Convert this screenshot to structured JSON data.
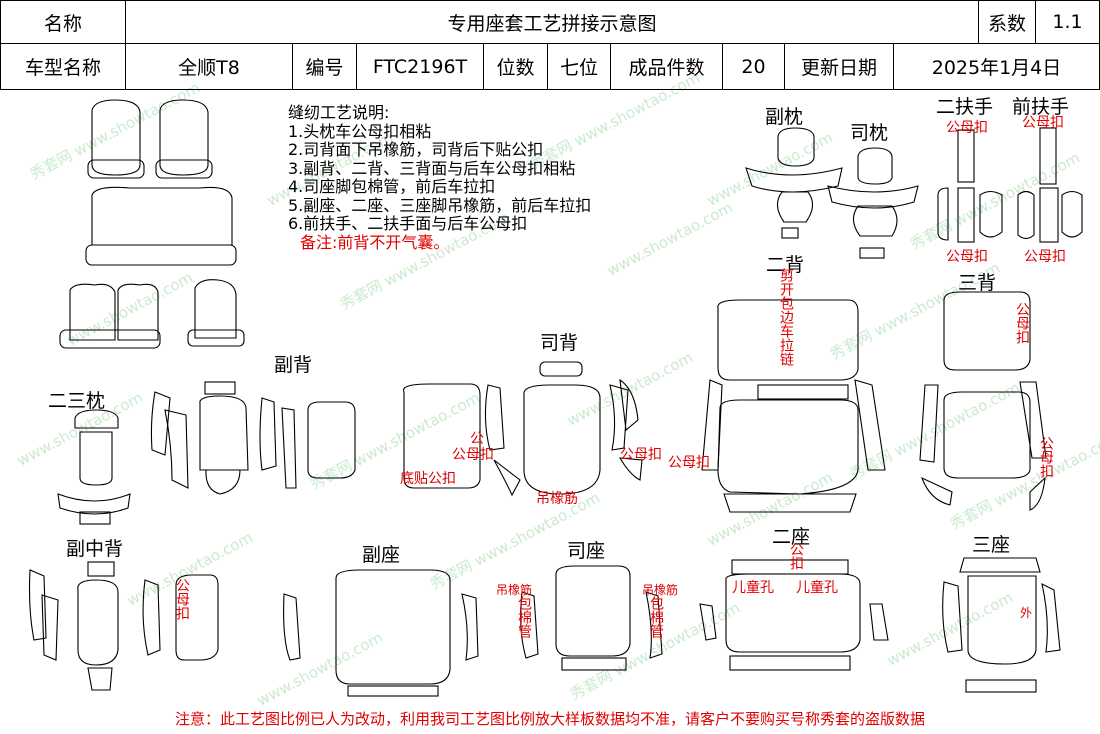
{
  "header": {
    "name_label": "名称",
    "title": "专用座套工艺拼接示意图",
    "coef_label": "系数",
    "coef_value": "1.1",
    "model_label": "车型名称",
    "model_value": "全顺T8",
    "code_label": "编号",
    "code_value": "FTC2196T",
    "seats_label": "位数",
    "seats_value": "七位",
    "pieces_label": "成品件数",
    "pieces_value": "20",
    "date_label": "更新日期",
    "date_value": "2025年1月4日"
  },
  "notes": {
    "title": "缝纫工艺说明:",
    "items": [
      "1.头枕车公母扣相粘",
      "2.司背面下吊橡筋，司背后下贴公扣",
      "3.副背、二背、三背面与后车公母扣相粘",
      "4.司座脚包棉管，前后车拉扣",
      "5.副座、二座、三座脚吊橡筋，前后车拉扣",
      "6.前扶手、二扶手面与后车公母扣"
    ],
    "remark": "备注:前背不开气囊。"
  },
  "sections": {
    "fu_zhen": "副枕",
    "si_zhen": "司枕",
    "er_fushou": "二扶手",
    "qian_fushou": "前扶手",
    "er_bei": "二背",
    "san_bei": "三背",
    "fu_bei": "副背",
    "si_bei": "司背",
    "er_san_zhen": "二三枕",
    "fu_zhong_bei": "副中背",
    "fu_zuo": "副座",
    "si_zuo": "司座",
    "er_zuo": "二座",
    "san_zuo": "三座"
  },
  "annotations": {
    "gongmukou": "公母扣",
    "jian_kai": "剪开包边车拉链",
    "di_tie_gong_kou": "底贴公扣",
    "gong": "公",
    "diao_xiang_jin": "吊橡筋",
    "bao_mian_guan": "包棉管",
    "gong_kou": "公扣",
    "er_tong_kong": "儿童孔",
    "wai": "外"
  },
  "watermark": {
    "brand": "秀套网",
    "url": "www.showtao.com"
  },
  "footer": "注意：此工艺图比例已人为改动，利用我司工艺图比例放大样板数据均不准，请客户不要购买号称秀套的盗版数据"
}
